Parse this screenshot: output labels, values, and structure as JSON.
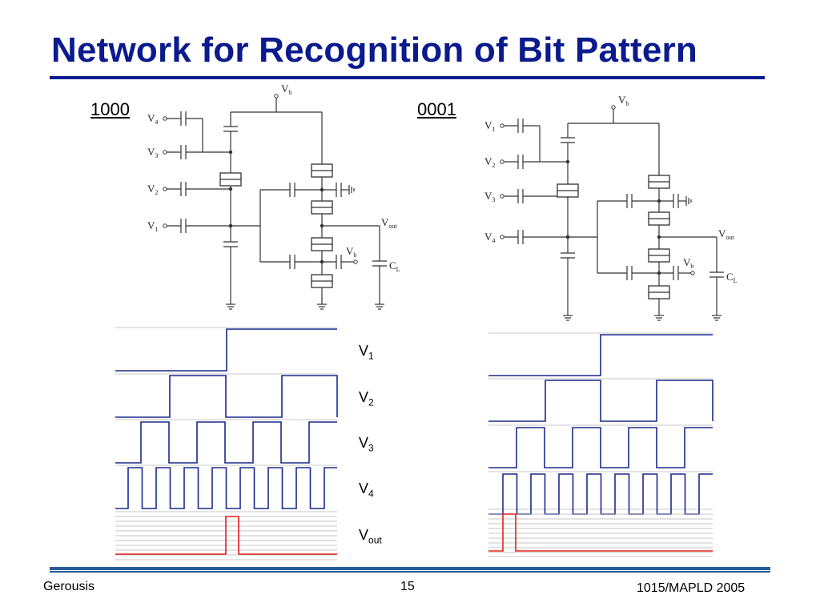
{
  "slide": {
    "title": "Network for Recognition of Bit Pattern",
    "left_pattern": "1000",
    "right_pattern": "0001",
    "footer_left": "Gerousis",
    "footer_center": "15",
    "footer_right": "1015/MAPLD 2005"
  },
  "circuit_left": {
    "inputs": [
      {
        "base": "V",
        "sub": "4"
      },
      {
        "base": "V",
        "sub": "3"
      },
      {
        "base": "V",
        "sub": "2"
      },
      {
        "base": "V",
        "sub": "1"
      }
    ],
    "vb_top": {
      "base": "V",
      "sub": "b"
    },
    "vb_mid": {
      "base": "V",
      "sub": "b"
    },
    "vout": {
      "base": "V",
      "sub": "out"
    },
    "cl": {
      "base": "C",
      "sub": "L"
    }
  },
  "circuit_right": {
    "inputs": [
      {
        "base": "V",
        "sub": "1"
      },
      {
        "base": "V",
        "sub": "2"
      },
      {
        "base": "V",
        "sub": "3"
      },
      {
        "base": "V",
        "sub": "4"
      }
    ],
    "vb_top": {
      "base": "V",
      "sub": "b"
    },
    "vb_mid": {
      "base": "V",
      "sub": "b"
    },
    "vout": {
      "base": "V",
      "sub": "out"
    },
    "cl": {
      "base": "C",
      "sub": "L"
    }
  },
  "signals": [
    {
      "base": "V",
      "sub": "1"
    },
    {
      "base": "V",
      "sub": "2"
    },
    {
      "base": "V",
      "sub": "3"
    },
    {
      "base": "V",
      "sub": "4"
    },
    {
      "base": "V",
      "sub": "out"
    }
  ],
  "colors": {
    "title": "#0b1a8c",
    "trace": "#1a2a8a",
    "vout_trace": "#e0201a",
    "grid": "#b0b0b0"
  }
}
